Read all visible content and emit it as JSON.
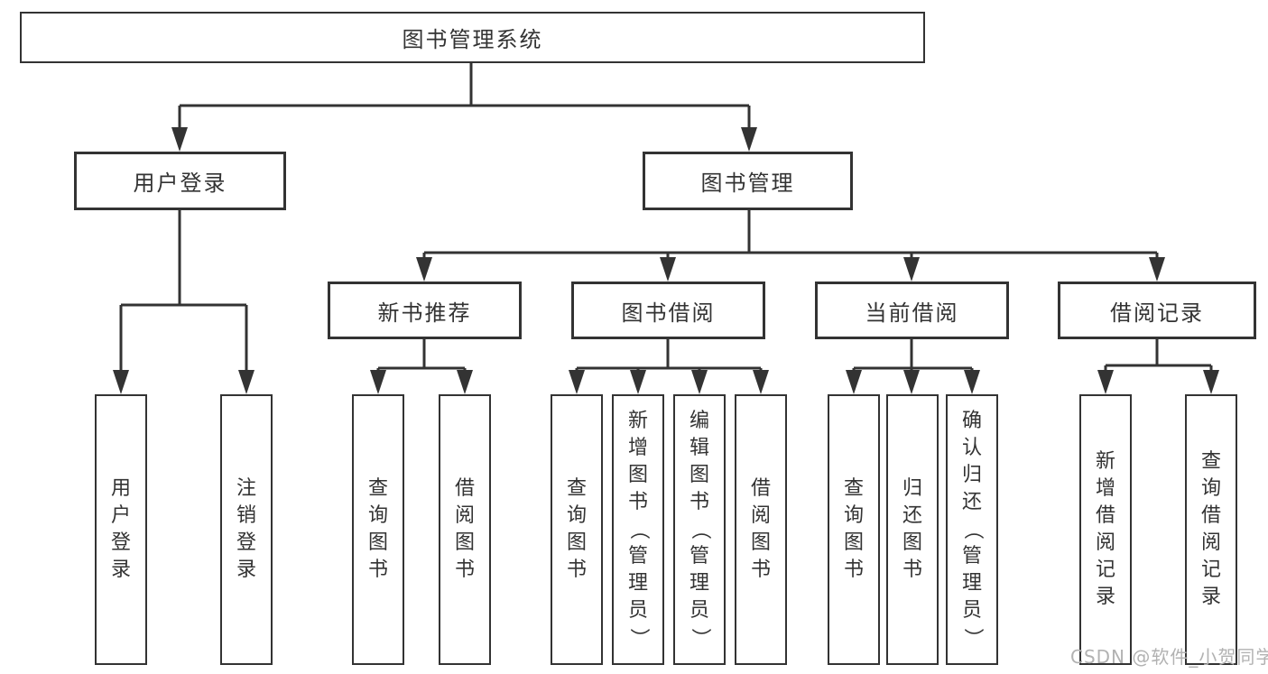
{
  "diagram_title": "图书管理系统",
  "tree": {
    "root": {
      "label": "图书管理系统"
    },
    "branches": [
      {
        "label": "用户登录",
        "children": [
          {
            "label": "用户登录"
          },
          {
            "label": "注销登录"
          }
        ]
      },
      {
        "label": "图书管理",
        "children": [
          {
            "label": "新书推荐",
            "children": [
              {
                "label": "查询图书"
              },
              {
                "label": "借阅图书"
              }
            ]
          },
          {
            "label": "图书借阅",
            "children": [
              {
                "label": "查询图书"
              },
              {
                "label": "新增图书（管理员）"
              },
              {
                "label": "编辑图书（管理员）"
              },
              {
                "label": "借阅图书"
              }
            ]
          },
          {
            "label": "当前借阅",
            "children": [
              {
                "label": "查询图书"
              },
              {
                "label": "归还图书"
              },
              {
                "label": "确认归还（管理员）"
              }
            ]
          },
          {
            "label": "借阅记录",
            "children": [
              {
                "label": "新增借阅记录"
              },
              {
                "label": "查询借阅记录"
              }
            ]
          }
        ]
      }
    ]
  },
  "watermark": {
    "text": "CSDN @软件_小贺同学"
  },
  "colors": {
    "line": "#333333",
    "box_border": "#333333",
    "box_fill": "#ffffff",
    "text": "#333333",
    "watermark": "#b2b2b2",
    "background": "#ffffff"
  }
}
